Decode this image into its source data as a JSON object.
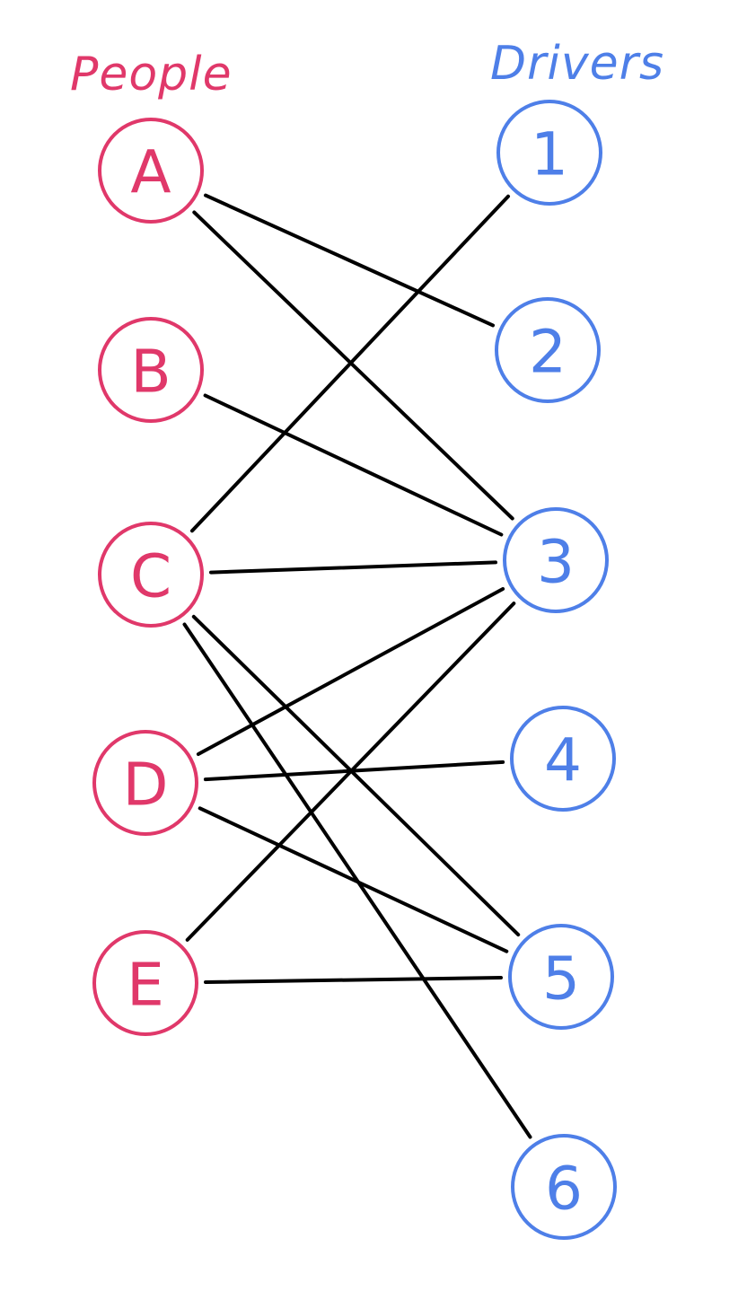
{
  "colors": {
    "people": "#e0386a",
    "drivers": "#4e7fe8",
    "edges": "#000000"
  },
  "headers": {
    "people": "People",
    "drivers": "Drivers"
  },
  "people": [
    {
      "id": "A",
      "label": "A"
    },
    {
      "id": "B",
      "label": "B"
    },
    {
      "id": "C",
      "label": "C"
    },
    {
      "id": "D",
      "label": "D"
    },
    {
      "id": "E",
      "label": "E"
    }
  ],
  "drivers": [
    {
      "id": "1",
      "label": "1"
    },
    {
      "id": "2",
      "label": "2"
    },
    {
      "id": "3",
      "label": "3"
    },
    {
      "id": "4",
      "label": "4"
    },
    {
      "id": "5",
      "label": "5"
    },
    {
      "id": "6",
      "label": "6"
    }
  ],
  "edges": [
    {
      "from": "A",
      "to": "2"
    },
    {
      "from": "A",
      "to": "3"
    },
    {
      "from": "B",
      "to": "3"
    },
    {
      "from": "C",
      "to": "1"
    },
    {
      "from": "C",
      "to": "3"
    },
    {
      "from": "C",
      "to": "5"
    },
    {
      "from": "C",
      "to": "6"
    },
    {
      "from": "D",
      "to": "3"
    },
    {
      "from": "D",
      "to": "4"
    },
    {
      "from": "D",
      "to": "5"
    },
    {
      "from": "E",
      "to": "3"
    },
    {
      "from": "E",
      "to": "5"
    }
  ]
}
